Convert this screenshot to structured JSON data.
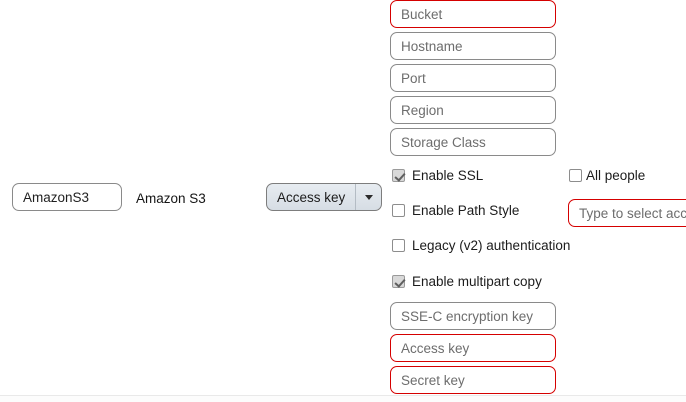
{
  "profile": {
    "name_value": "AmazonS3",
    "display_label": "Amazon S3"
  },
  "auth": {
    "credential_type": "Access key",
    "chevron_icon": "chevron-down-icon"
  },
  "connection_fields": [
    {
      "placeholder": "Bucket",
      "required": true
    },
    {
      "placeholder": "Hostname",
      "required": false
    },
    {
      "placeholder": "Port",
      "required": false
    },
    {
      "placeholder": "Region",
      "required": false
    },
    {
      "placeholder": "Storage Class",
      "required": false
    }
  ],
  "options": [
    {
      "label": "Enable SSL",
      "checked": true
    },
    {
      "label": "Enable Path Style",
      "checked": false
    },
    {
      "label": "Legacy (v2) authentication",
      "checked": false
    },
    {
      "label": "Enable multipart copy",
      "checked": true
    }
  ],
  "credential_fields": [
    {
      "placeholder": "SSE-C encryption key",
      "required": false
    },
    {
      "placeholder": "Access key",
      "required": true
    },
    {
      "placeholder": "Secret key",
      "required": true
    }
  ],
  "people": {
    "all_people_label": "All people",
    "all_people_checked": false,
    "account_placeholder": "Type to select account"
  },
  "colors": {
    "required_border": "#d50000",
    "normal_border": "#8a8a8a",
    "dropdown_fill": "#dde3e9",
    "placeholder_text": "#6d6d6d",
    "value_text": "#1f1f1f"
  }
}
